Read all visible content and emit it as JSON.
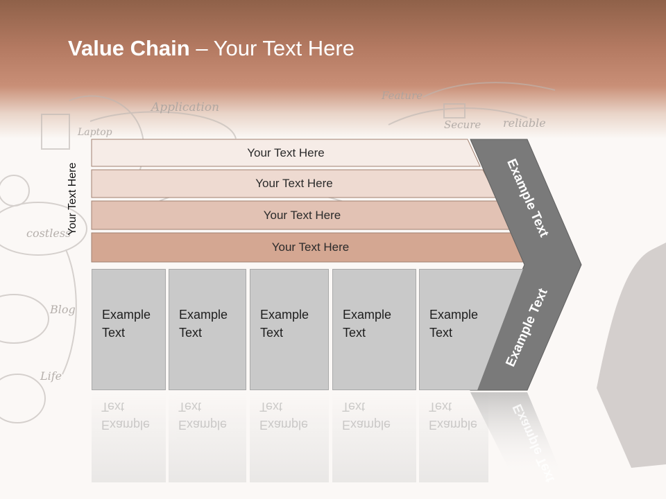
{
  "slide": {
    "title_bold": "Value Chain",
    "title_rest": " – Your Text Here",
    "side_label": "Your Text Here"
  },
  "bands": [
    {
      "label": "Your Text Here",
      "color": "#f6ece7"
    },
    {
      "label": "Your Text Here",
      "color": "#eedad1"
    },
    {
      "label": "Your Text Here",
      "color": "#e2c2b4"
    },
    {
      "label": "Your Text Here",
      "color": "#d4a792"
    }
  ],
  "cells": [
    {
      "line1": "Example",
      "line2": "Text"
    },
    {
      "line1": "Example",
      "line2": "Text"
    },
    {
      "line1": "Example",
      "line2": "Text"
    },
    {
      "line1": "Example",
      "line2": "Text"
    },
    {
      "line1": "Example",
      "line2": "Text"
    }
  ],
  "chevron": {
    "upper_text": "Example Text",
    "lower_text": "Example Text",
    "color": "#7a7a7a"
  },
  "sketch_words": [
    "Application",
    "Laptop",
    "Feature",
    "Secure",
    "reliable",
    "costless",
    "Blog",
    "Life"
  ]
}
